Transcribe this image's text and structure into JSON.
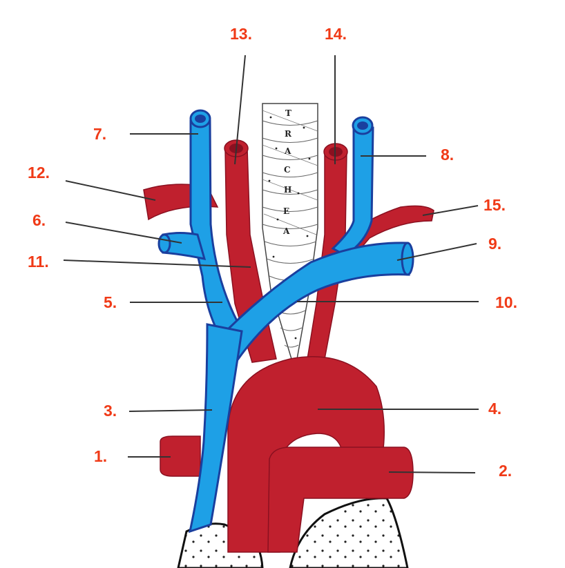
{
  "colors": {
    "artery": "#c0202e",
    "artery_edge": "#8a1020",
    "vein": "#1ea0e6",
    "vein_edge": "#1a3f9e",
    "label": "#f03a17",
    "leader": "#333333"
  },
  "trachea_letters": [
    "T",
    "R",
    "A",
    "C",
    "H",
    "E",
    "A"
  ],
  "labels": [
    {
      "id": "1",
      "text": "1."
    },
    {
      "id": "2",
      "text": "2."
    },
    {
      "id": "3",
      "text": "3."
    },
    {
      "id": "4",
      "text": "4."
    },
    {
      "id": "5",
      "text": "5."
    },
    {
      "id": "6",
      "text": "6."
    },
    {
      "id": "7",
      "text": "7."
    },
    {
      "id": "8",
      "text": "8."
    },
    {
      "id": "9",
      "text": "9."
    },
    {
      "id": "10",
      "text": "10."
    },
    {
      "id": "11",
      "text": "11."
    },
    {
      "id": "12",
      "text": "12."
    },
    {
      "id": "13",
      "text": "13."
    },
    {
      "id": "14",
      "text": "14."
    },
    {
      "id": "15",
      "text": "15."
    }
  ]
}
